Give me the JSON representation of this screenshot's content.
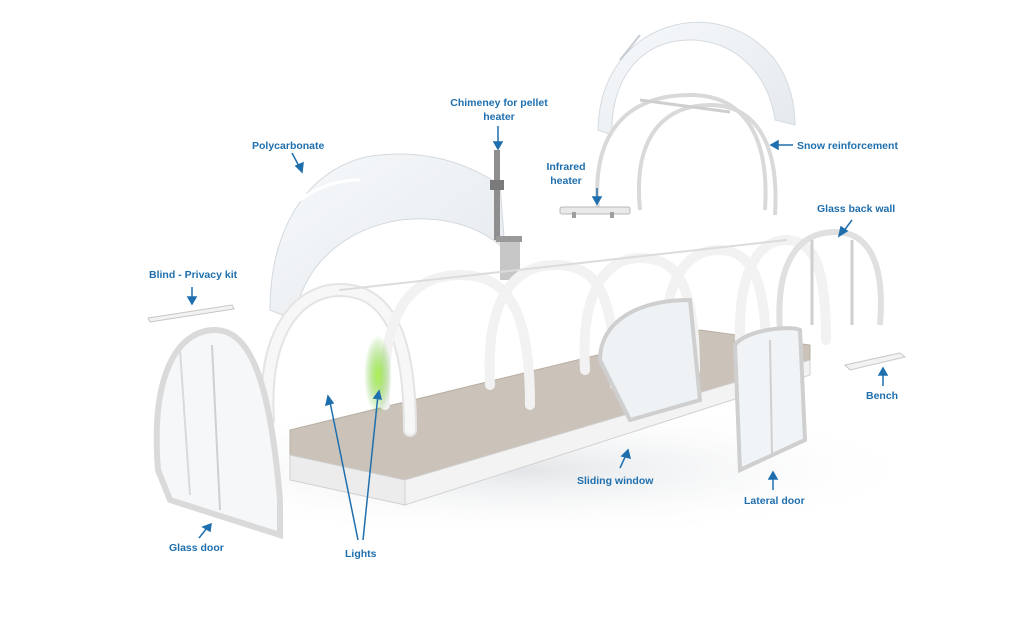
{
  "colors": {
    "label": "#1f6fae",
    "frame": "#f2f2f2",
    "frame_edge": "#c9c9c9",
    "floor": "#cdc6bd",
    "glass": "#e8eef2",
    "light_glow": "#6fd12a"
  },
  "labels": {
    "chimney": "Chimeney for pellet heater",
    "polycarbonate": "Polycarbonate",
    "snow_reinforcement": "Snow reinforcement",
    "infrared_heater": "Infrared heater",
    "glass_back_wall": "Glass back wall",
    "blind_privacy_kit": "Blind - Privacy kit",
    "bench": "Bench",
    "sliding_window": "Sliding window",
    "lateral_door": "Lateral door",
    "glass_door": "Glass door",
    "lights": "Lights"
  }
}
